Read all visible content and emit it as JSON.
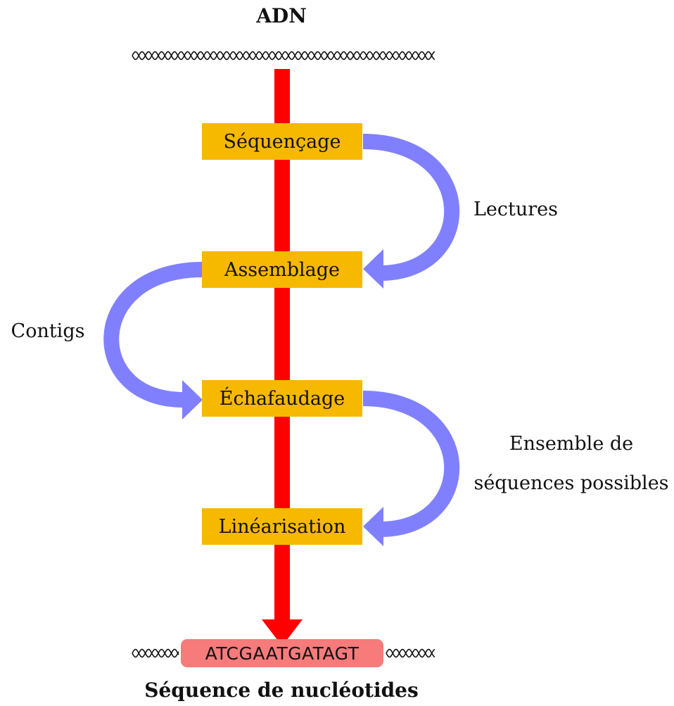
{
  "title_top": "ADN",
  "title_bottom": "Séquence de nucléotides",
  "steps": [
    "Séquençage",
    "Assemblage",
    "Échafaudage",
    "Linéarisation"
  ],
  "transitions": {
    "reads": "Lectures",
    "contigs": "Contigs",
    "possible_sequences_line1": "Ensemble de",
    "possible_sequences_line2": "séquences possibles"
  },
  "result_sequence": "ATCGAATGATAGT",
  "colors": {
    "main_arrow": "#ff0000",
    "step_box": "#f7b800",
    "curved_arrow": "#8080ff",
    "sequence_box": "#f77b7b",
    "dna_strand": "#111111"
  }
}
